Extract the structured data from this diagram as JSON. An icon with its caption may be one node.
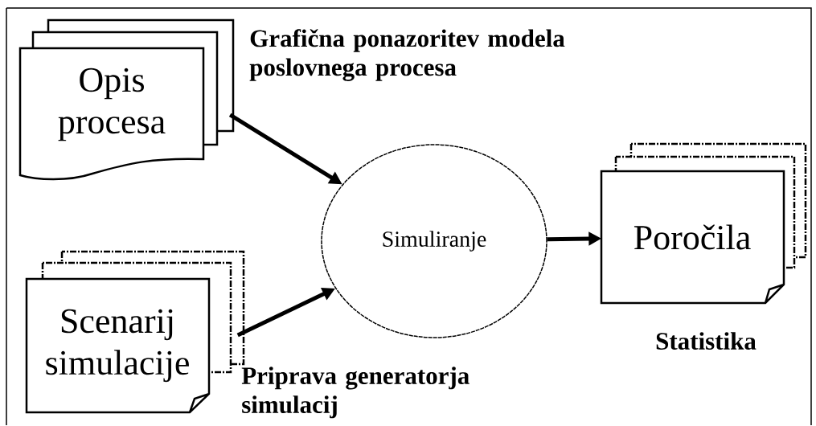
{
  "diagram": {
    "nodes": [
      {
        "text": [
          "Opis procesa"
        ],
        "beside": [
          "Grafična ponazoritev modela poslovnega procesa"
        ]
      },
      {
        "text": [
          "Scenarij simulacije"
        ]
      },
      {
        "text": [
          "Simuliranje"
        ]
      },
      {
        "text": [
          "Poročila"
        ],
        "beside": [
          "Statistika"
        ]
      }
    ],
    "edges": [
      {
        "from": 0,
        "to": 2,
        "arrow": "to"
      },
      {
        "from": 1,
        "to": 2,
        "arrow": "to"
      },
      {
        "from": 2,
        "to": 3,
        "arrow": "to"
      }
    ],
    "labels": [
      "Priprava generatorja simulacij"
    ]
  }
}
